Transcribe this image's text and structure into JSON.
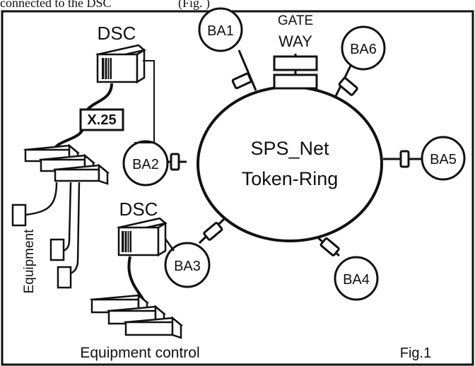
{
  "caption_top": "connected to the DSC",
  "caption_top_tail": "(Fig. )",
  "ring": {
    "line1": "SPS_Net",
    "line2": "Token-Ring"
  },
  "gateway": {
    "line1": "GATE",
    "line2": "WAY"
  },
  "nodes": {
    "ba1": "BA1",
    "ba2": "BA2",
    "ba3": "BA3",
    "ba4": "BA4",
    "ba5": "BA5",
    "ba6": "BA6"
  },
  "dsc_top": "DSC",
  "dsc_bottom": "DSC",
  "x25": "X.25",
  "equipment": "Equipment",
  "equipment_control": "Equipment control",
  "figure": "Fig.1"
}
